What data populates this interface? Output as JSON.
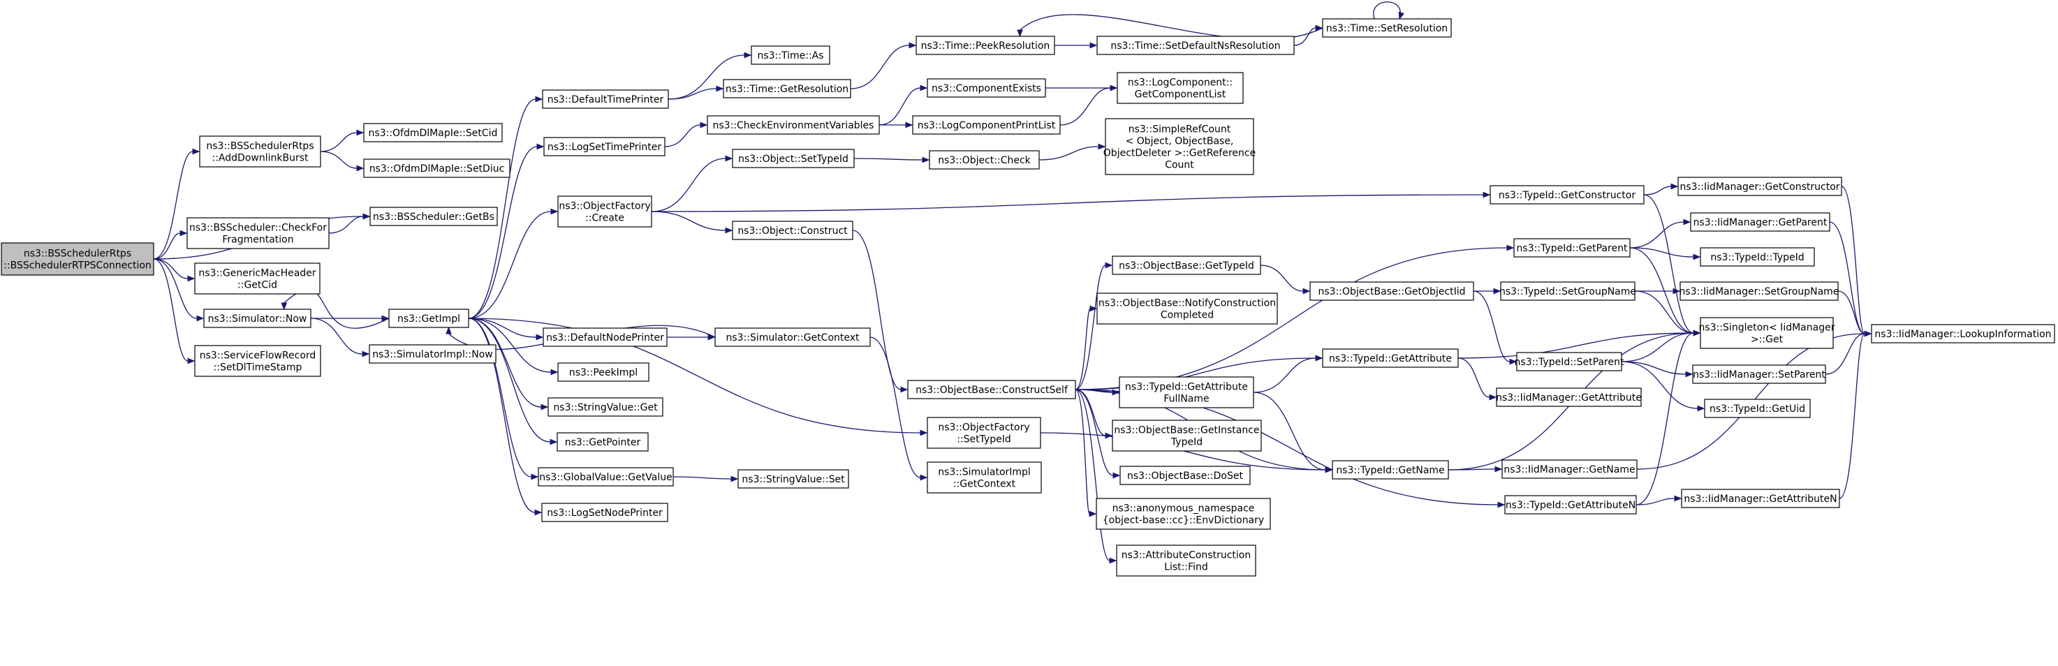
{
  "graph": {
    "title": "",
    "nodes": [
      {
        "id": "root",
        "lines": [
          "ns3::BSSchedulerRtps",
          "::BSSchedulerRTPSConnection"
        ],
        "root": true
      },
      {
        "id": "addDownlink",
        "lines": [
          "ns3::BSSchedulerRtps",
          "::AddDownlinkBurst"
        ]
      },
      {
        "id": "checkFrag",
        "lines": [
          "ns3::BSScheduler::CheckFor",
          "Fragmentation"
        ]
      },
      {
        "id": "genericMac",
        "lines": [
          "ns3::GenericMacHeader",
          "::GetCid"
        ]
      },
      {
        "id": "simNow",
        "lines": [
          "ns3::Simulator::Now"
        ]
      },
      {
        "id": "sfrSet",
        "lines": [
          "ns3::ServiceFlowRecord",
          "::SetDlTimeStamp"
        ]
      },
      {
        "id": "ofdmSetCid",
        "lines": [
          "ns3::OfdmDlMapIe::SetCid"
        ]
      },
      {
        "id": "ofdmSetDiuc",
        "lines": [
          "ns3::OfdmDlMapIe::SetDiuc"
        ]
      },
      {
        "id": "getBs",
        "lines": [
          "ns3::BSScheduler::GetBs"
        ]
      },
      {
        "id": "getImpl",
        "lines": [
          "ns3::GetImpl"
        ]
      },
      {
        "id": "simImplNow",
        "lines": [
          "ns3::SimulatorImpl::Now"
        ]
      },
      {
        "id": "defTimePrinter",
        "lines": [
          "ns3::DefaultTimePrinter"
        ]
      },
      {
        "id": "logSetTimePrinter",
        "lines": [
          "ns3::LogSetTimePrinter"
        ]
      },
      {
        "id": "objFactoryCreate",
        "lines": [
          "ns3::ObjectFactory",
          "::Create"
        ]
      },
      {
        "id": "defNodePrinter",
        "lines": [
          "ns3::DefaultNodePrinter"
        ]
      },
      {
        "id": "peekImpl",
        "lines": [
          "ns3::PeekImpl"
        ]
      },
      {
        "id": "stringValueGet",
        "lines": [
          "ns3::StringValue::Get"
        ]
      },
      {
        "id": "getPointer",
        "lines": [
          "ns3::GetPointer"
        ]
      },
      {
        "id": "globalValueGet",
        "lines": [
          "ns3::GlobalValue::GetValue"
        ]
      },
      {
        "id": "logSetNodePrinter",
        "lines": [
          "ns3::LogSetNodePrinter"
        ]
      },
      {
        "id": "timeAs",
        "lines": [
          "ns3::Time::As"
        ]
      },
      {
        "id": "timeGetRes",
        "lines": [
          "ns3::Time::GetResolution"
        ]
      },
      {
        "id": "checkEnv",
        "lines": [
          "ns3::CheckEnvironmentVariables"
        ]
      },
      {
        "id": "objSetTypeId",
        "lines": [
          "ns3::Object::SetTypeId"
        ]
      },
      {
        "id": "objConstruct",
        "lines": [
          "ns3::Object::Construct"
        ]
      },
      {
        "id": "simGetContext",
        "lines": [
          "ns3::Simulator::GetContext"
        ]
      },
      {
        "id": "stringValueSet",
        "lines": [
          "ns3::StringValue::Set"
        ]
      },
      {
        "id": "peekRes",
        "lines": [
          "ns3::Time::PeekResolution"
        ]
      },
      {
        "id": "compExists",
        "lines": [
          "ns3::ComponentExists"
        ]
      },
      {
        "id": "logCompPrintList",
        "lines": [
          "ns3::LogComponentPrintList"
        ]
      },
      {
        "id": "objCheck",
        "lines": [
          "ns3::Object::Check"
        ]
      },
      {
        "id": "objBaseConstructSelf",
        "lines": [
          "ns3::ObjectBase::ConstructSelf"
        ]
      },
      {
        "id": "objFactorySetTypeId",
        "lines": [
          "ns3::ObjectFactory",
          "::SetTypeId"
        ]
      },
      {
        "id": "simImplGetContext",
        "lines": [
          "ns3::SimulatorImpl",
          "::GetContext"
        ]
      },
      {
        "id": "setDefaultNsRes",
        "lines": [
          "ns3::Time::SetDefaultNsResolution"
        ]
      },
      {
        "id": "logCompGetList",
        "lines": [
          "ns3::LogComponent::",
          "GetComponentList"
        ]
      },
      {
        "id": "simpleRefCount",
        "lines": [
          "ns3::SimpleRefCount",
          "< Object, ObjectBase,",
          "ObjectDeleter >::GetReference",
          "Count"
        ]
      },
      {
        "id": "objBaseGetTypeId",
        "lines": [
          "ns3::ObjectBase::GetTypeId"
        ]
      },
      {
        "id": "objBaseNotify",
        "lines": [
          "ns3::ObjectBase::NotifyConstruction",
          "Completed"
        ]
      },
      {
        "id": "typeIdGetAttrFull",
        "lines": [
          "ns3::TypeId::GetAttribute",
          "FullName"
        ]
      },
      {
        "id": "objBaseGetInstance",
        "lines": [
          "ns3::ObjectBase::GetInstance",
          "TypeId"
        ]
      },
      {
        "id": "objBaseDoSet",
        "lines": [
          "ns3::ObjectBase::DoSet"
        ]
      },
      {
        "id": "anonEnvDict",
        "lines": [
          "ns3::anonymous_namespace",
          "{object-base::cc}::EnvDictionary"
        ]
      },
      {
        "id": "attrConstrFind",
        "lines": [
          "ns3::AttributeConstruction",
          "List::Find"
        ]
      },
      {
        "id": "timeSetRes",
        "lines": [
          "ns3::Time::SetResolution"
        ]
      },
      {
        "id": "objBaseGetObjectIid",
        "lines": [
          "ns3::ObjectBase::GetObjectIid"
        ]
      },
      {
        "id": "typeIdGetAttr",
        "lines": [
          "ns3::TypeId::GetAttribute"
        ]
      },
      {
        "id": "typeIdGetName",
        "lines": [
          "ns3::TypeId::GetName"
        ]
      },
      {
        "id": "typeIdGetAttrN",
        "lines": [
          "ns3::TypeId::GetAttributeN"
        ]
      },
      {
        "id": "typeIdGetConstructor",
        "lines": [
          "ns3::TypeId::GetConstructor"
        ]
      },
      {
        "id": "typeIdGetParent",
        "lines": [
          "ns3::TypeId::GetParent"
        ]
      },
      {
        "id": "typeIdSetGroupName",
        "lines": [
          "ns3::TypeId::SetGroupName"
        ]
      },
      {
        "id": "typeIdSetParent",
        "lines": [
          "ns3::TypeId::SetParent"
        ]
      },
      {
        "id": "iidGetAttribute",
        "lines": [
          "ns3::IidManager::GetAttribute"
        ]
      },
      {
        "id": "iidGetName",
        "lines": [
          "ns3::IidManager::GetName"
        ]
      },
      {
        "id": "iidGetAttributeN",
        "lines": [
          "ns3::IidManager::GetAttributeN"
        ]
      },
      {
        "id": "iidGetConstructor",
        "lines": [
          "ns3::IidManager::GetConstructor"
        ]
      },
      {
        "id": "iidGetParent",
        "lines": [
          "ns3::IidManager::GetParent"
        ]
      },
      {
        "id": "typeIdTypeId",
        "lines": [
          "ns3::TypeId::TypeId"
        ]
      },
      {
        "id": "singletonGet",
        "lines": [
          "ns3::Singleton< IidManager",
          " >::Get"
        ]
      },
      {
        "id": "iidSetGroupName",
        "lines": [
          "ns3::IidManager::SetGroupName"
        ]
      },
      {
        "id": "iidSetParent",
        "lines": [
          "ns3::IidManager::SetParent"
        ]
      },
      {
        "id": "typeIdGetUid",
        "lines": [
          "ns3::TypeId::GetUid"
        ]
      },
      {
        "id": "iidLookup",
        "lines": [
          "ns3::IidManager::LookupInformation"
        ]
      }
    ],
    "edges": [
      [
        "root",
        "addDownlink"
      ],
      [
        "root",
        "getBs"
      ],
      [
        "root",
        "checkFrag"
      ],
      [
        "root",
        "genericMac"
      ],
      [
        "root",
        "simNow"
      ],
      [
        "root",
        "sfrSet"
      ],
      [
        "addDownlink",
        "ofdmSetCid"
      ],
      [
        "addDownlink",
        "ofdmSetDiuc"
      ],
      [
        "checkFrag",
        "getBs"
      ],
      [
        "simNow",
        "getImpl"
      ],
      [
        "simNow",
        "simImplNow"
      ],
      [
        "getImpl",
        "simNow"
      ],
      [
        "getImpl",
        "defTimePrinter"
      ],
      [
        "getImpl",
        "logSetTimePrinter"
      ],
      [
        "getImpl",
        "objFactoryCreate"
      ],
      [
        "getImpl",
        "defNodePrinter"
      ],
      [
        "getImpl",
        "peekImpl"
      ],
      [
        "getImpl",
        "stringValueGet"
      ],
      [
        "getImpl",
        "getPointer"
      ],
      [
        "getImpl",
        "globalValueGet"
      ],
      [
        "getImpl",
        "logSetNodePrinter"
      ],
      [
        "getImpl",
        "objFactorySetTypeId"
      ],
      [
        "defTimePrinter",
        "timeAs"
      ],
      [
        "defTimePrinter",
        "timeGetRes"
      ],
      [
        "logSetTimePrinter",
        "checkEnv"
      ],
      [
        "objFactoryCreate",
        "objSetTypeId"
      ],
      [
        "objFactoryCreate",
        "objConstruct"
      ],
      [
        "objFactoryCreate",
        "typeIdGetConstructor"
      ],
      [
        "defNodePrinter",
        "simGetContext"
      ],
      [
        "simGetContext",
        "getImpl"
      ],
      [
        "simGetContext",
        "simImplGetContext"
      ],
      [
        "globalValueGet",
        "stringValueSet"
      ],
      [
        "timeGetRes",
        "peekRes"
      ],
      [
        "checkEnv",
        "compExists"
      ],
      [
        "checkEnv",
        "logCompPrintList"
      ],
      [
        "objSetTypeId",
        "objCheck"
      ],
      [
        "objConstruct",
        "objBaseConstructSelf"
      ],
      [
        "peekRes",
        "setDefaultNsRes"
      ],
      [
        "compExists",
        "logCompGetList"
      ],
      [
        "logCompPrintList",
        "logCompGetList"
      ],
      [
        "objCheck",
        "simpleRefCount"
      ],
      [
        "setDefaultNsRes",
        "timeSetRes"
      ],
      [
        "timeSetRes",
        "peekRes"
      ],
      [
        "timeSetRes",
        "timeSetRes"
      ],
      [
        "objBaseConstructSelf",
        "objBaseGetTypeId"
      ],
      [
        "objBaseConstructSelf",
        "objBaseNotify"
      ],
      [
        "objBaseConstructSelf",
        "typeIdGetAttrFull"
      ],
      [
        "objBaseConstructSelf",
        "objBaseGetInstance"
      ],
      [
        "objBaseConstructSelf",
        "objBaseDoSet"
      ],
      [
        "objBaseConstructSelf",
        "anonEnvDict"
      ],
      [
        "objBaseConstructSelf",
        "attrConstrFind"
      ],
      [
        "objBaseConstructSelf",
        "typeIdGetParent"
      ],
      [
        "objBaseConstructSelf",
        "typeIdGetAttr"
      ],
      [
        "objBaseConstructSelf",
        "typeIdGetName"
      ],
      [
        "objBaseConstructSelf",
        "typeIdGetAttrN"
      ],
      [
        "objFactorySetTypeId",
        "typeIdGetName"
      ],
      [
        "objBaseGetTypeId",
        "objBaseGetObjectIid"
      ],
      [
        "objBaseGetObjectIid",
        "typeIdSetGroupName"
      ],
      [
        "objBaseGetObjectIid",
        "typeIdSetParent"
      ],
      [
        "typeIdGetAttrFull",
        "typeIdGetAttr"
      ],
      [
        "typeIdGetAttrFull",
        "typeIdGetName"
      ],
      [
        "typeIdGetAttr",
        "singletonGet"
      ],
      [
        "typeIdGetAttr",
        "iidGetAttribute"
      ],
      [
        "typeIdGetName",
        "singletonGet"
      ],
      [
        "typeIdGetName",
        "iidGetName"
      ],
      [
        "typeIdGetAttrN",
        "singletonGet"
      ],
      [
        "typeIdGetAttrN",
        "iidGetAttributeN"
      ],
      [
        "typeIdGetConstructor",
        "iidGetConstructor"
      ],
      [
        "typeIdGetConstructor",
        "singletonGet"
      ],
      [
        "typeIdGetParent",
        "iidGetParent"
      ],
      [
        "typeIdGetParent",
        "typeIdTypeId"
      ],
      [
        "typeIdGetParent",
        "singletonGet"
      ],
      [
        "typeIdSetGroupName",
        "iidSetGroupName"
      ],
      [
        "typeIdSetGroupName",
        "singletonGet"
      ],
      [
        "typeIdSetParent",
        "singletonGet"
      ],
      [
        "typeIdSetParent",
        "iidSetParent"
      ],
      [
        "typeIdSetParent",
        "typeIdGetUid"
      ],
      [
        "iidGetConstructor",
        "iidLookup"
      ],
      [
        "iidGetParent",
        "iidLookup"
      ],
      [
        "iidSetGroupName",
        "iidLookup"
      ],
      [
        "iidSetParent",
        "iidLookup"
      ],
      [
        "iidGetName",
        "iidLookup"
      ],
      [
        "iidGetAttributeN",
        "iidLookup"
      ]
    ],
    "colors": {
      "edge": "#191970",
      "node_border": "#000000",
      "node_fill": "#ffffff",
      "root_fill": "#bfbfbf",
      "text": "#000000"
    }
  }
}
